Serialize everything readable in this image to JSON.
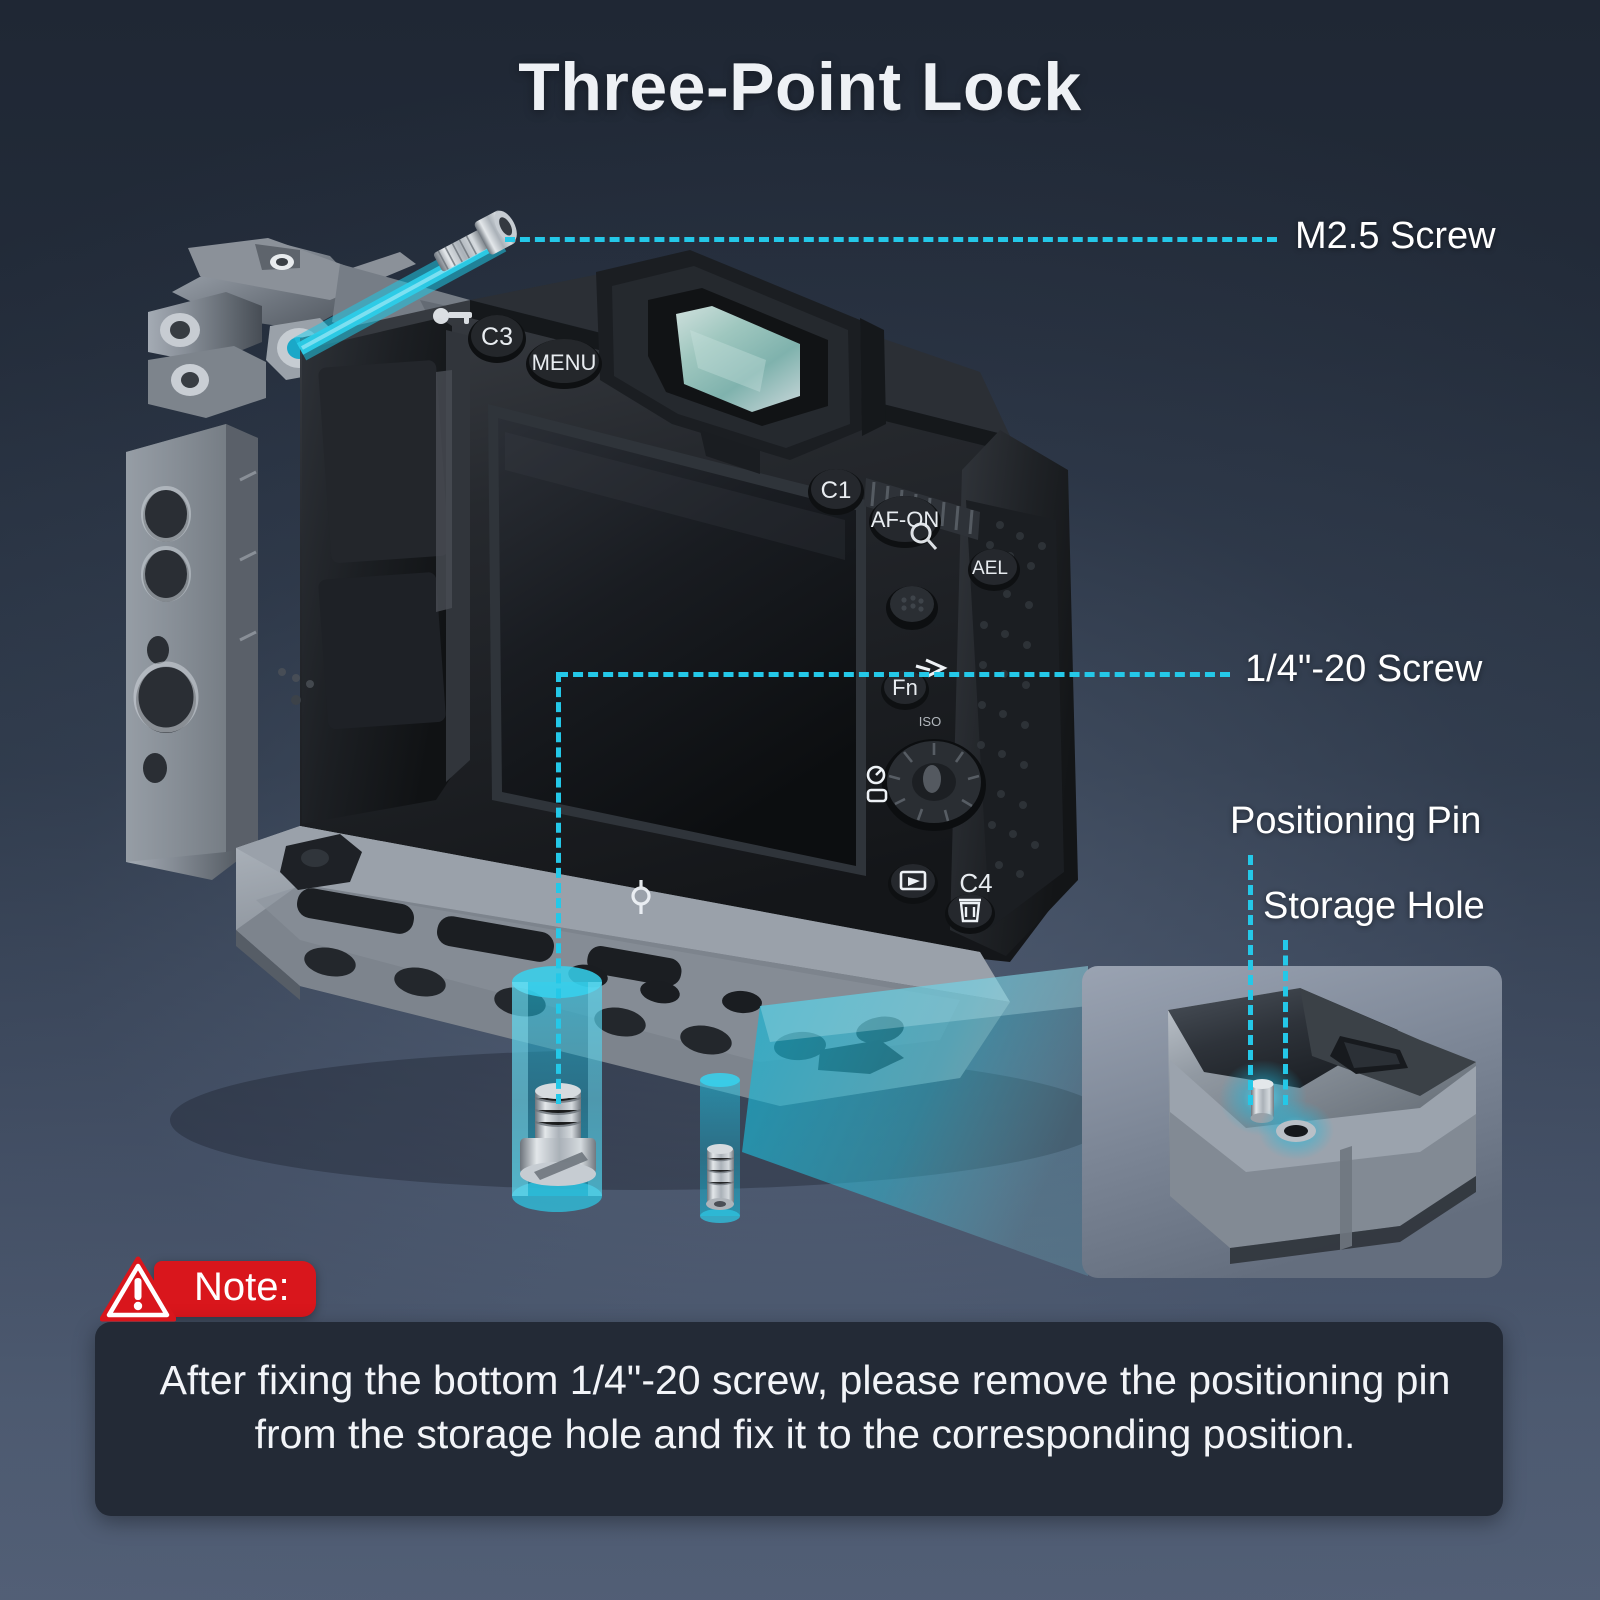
{
  "header": {
    "title": "Three-Point Lock"
  },
  "callouts": [
    {
      "id": "m25-screw",
      "label": "M2.5 Screw",
      "leader": "dashed-horizontal"
    },
    {
      "id": "quarter-screw",
      "label": "1/4\"-20 Screw",
      "leader": "dashed-elbow"
    },
    {
      "id": "positioning-pin",
      "label": "Positioning Pin",
      "leader": "dashed-vertical"
    },
    {
      "id": "storage-hole",
      "label": "Storage Hole",
      "leader": "dashed-vertical"
    }
  ],
  "note": {
    "badge_label": "Note:",
    "icon": "warning-triangle-icon",
    "body": "After fixing the bottom 1/4\"-20 screw, please remove the positioning pin from the storage hole and fix it to the corresponding position."
  },
  "product": {
    "subject": "mirrorless-camera-in-cage",
    "camera_buttons": [
      "C3",
      "MENU",
      "C1",
      "AF-ON",
      "AEL",
      "Fn",
      "C4"
    ],
    "parts": [
      "camera-cage-top-plate",
      "camera-cage-side-plate",
      "camera-cage-base-plate",
      "m2.5-screw",
      "quarter-twenty-screw",
      "positioning-pin"
    ],
    "inset": {
      "title": "base-plate-macro",
      "features": [
        "positioning-pin",
        "storage-hole"
      ]
    }
  },
  "colors": {
    "accent_cyan": "#24c8e8",
    "note_red": "#d9161c",
    "background_top": "#1f2734",
    "background_bottom": "#525f76",
    "text_primary": "#ffffff"
  }
}
